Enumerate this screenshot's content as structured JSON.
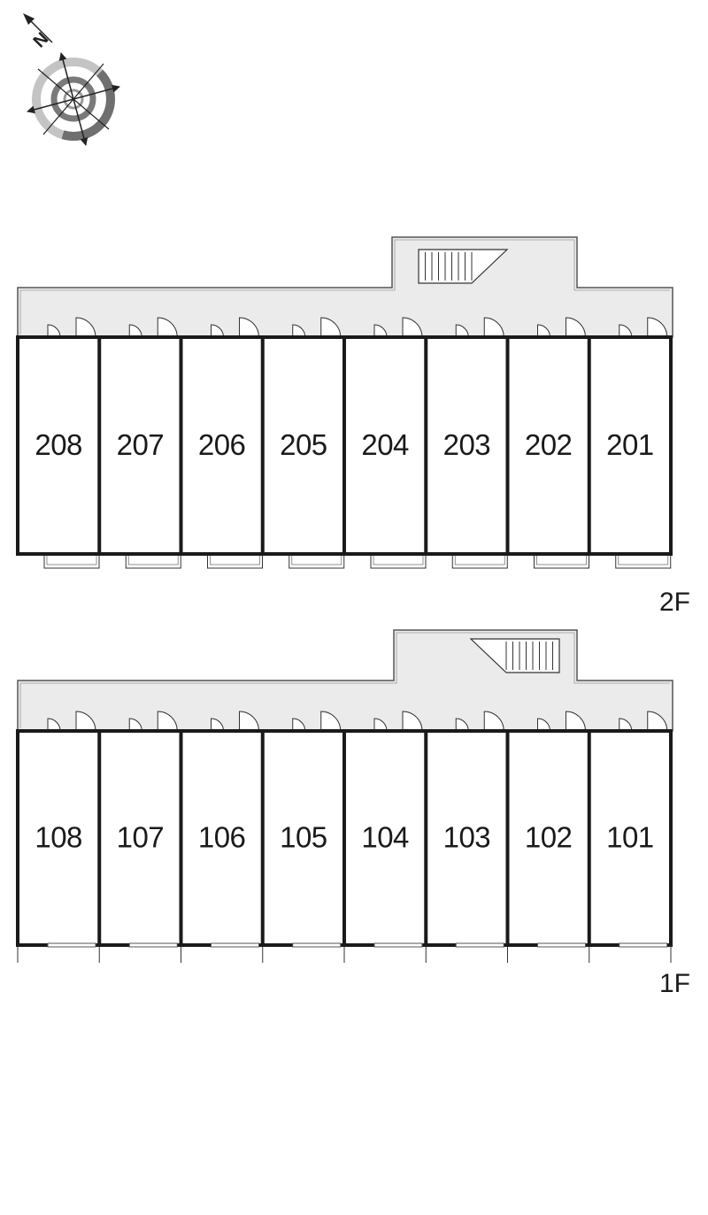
{
  "compass": {
    "letter": "N",
    "icon": "compass-rose-icon"
  },
  "floors": [
    {
      "id": "2F",
      "label": "2F",
      "units": [
        "208",
        "207",
        "206",
        "205",
        "204",
        "203",
        "202",
        "201"
      ],
      "rear_feature": "balcony",
      "stair_direction": "down-right"
    },
    {
      "id": "1F",
      "label": "1F",
      "units": [
        "108",
        "107",
        "106",
        "105",
        "104",
        "103",
        "102",
        "101"
      ],
      "rear_feature": "window",
      "stair_direction": "down-left"
    }
  ],
  "colors": {
    "corridor": "#ebebeb",
    "wall": "#1a1a1a",
    "thin_line": "#555555",
    "background": "#ffffff"
  }
}
